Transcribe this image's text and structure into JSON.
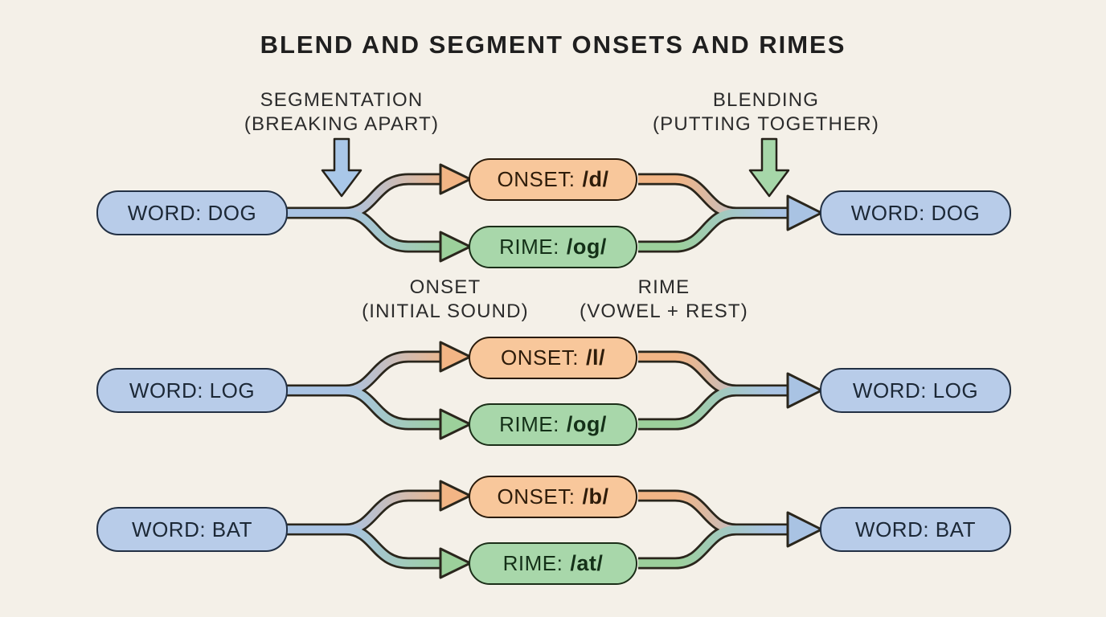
{
  "title": "BLEND AND SEGMENT ONSETS AND RIMES",
  "annotations": {
    "segmentation": {
      "line1": "SEGMENTATION",
      "line2": "(BREAKING APART)"
    },
    "blending": {
      "line1": "BLENDING",
      "line2": "(PUTTING TOGETHER)"
    },
    "onset_note": {
      "line1": "ONSET",
      "line2": "(INITIAL SOUND)"
    },
    "rime_note": {
      "line1": "RIME",
      "line2": "(VOWEL + REST)"
    }
  },
  "rows": [
    {
      "word": "WORD: DOG",
      "onset_label": "ONSET:",
      "onset_value": "/d/",
      "rime_label": "RIME:",
      "rime_value": "/og/",
      "result": "WORD: DOG"
    },
    {
      "word": "WORD: LOG",
      "onset_label": "ONSET:",
      "onset_value": "/l/",
      "rime_label": "RIME:",
      "rime_value": "/og/",
      "result": "WORD: LOG"
    },
    {
      "word": "WORD: BAT",
      "onset_label": "ONSET:",
      "onset_value": "/b/",
      "rime_label": "RIME:",
      "rime_value": "/at/",
      "result": "WORD: BAT"
    }
  ],
  "colors": {
    "background": "#f4f0e8",
    "blue_fill": "#b8cce9",
    "orange_fill": "#f8c79b",
    "green_fill": "#a8d7aa",
    "outline_dark": "#2a261c",
    "band_blue": "#a9c3e3",
    "band_orange": "#f2b585",
    "band_green": "#9cd09b"
  }
}
